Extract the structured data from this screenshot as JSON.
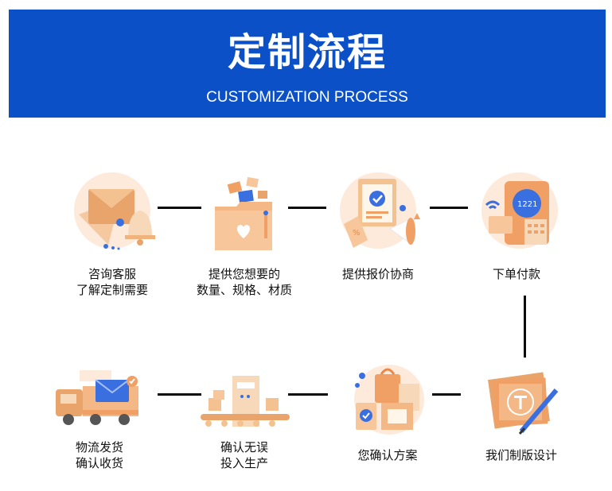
{
  "banner": {
    "title": "定制流程",
    "subtitle": "CUSTOMIZATION PROCESS"
  },
  "colors": {
    "banner_bg": "#0b50c6",
    "icon_orange": "#f0a064",
    "icon_blue": "#3a6fe0",
    "connector": "#0a0a0a"
  },
  "steps": [
    {
      "icon": "consultation-envelope-bell-icon",
      "lines": [
        "咨询客服",
        "了解定制需要"
      ]
    },
    {
      "icon": "folder-icon",
      "lines": [
        "提供您想要的",
        "数量、规格、材质"
      ]
    },
    {
      "icon": "quotation-clipboard-icon",
      "lines": [
        "提供报价协商"
      ]
    },
    {
      "icon": "payment-pos-icon",
      "lines": [
        "下单付款"
      ]
    },
    {
      "icon": "design-pen-icon",
      "lines": [
        "我们制版设计"
      ]
    },
    {
      "icon": "confirm-package-icon",
      "lines": [
        "您确认方案"
      ]
    },
    {
      "icon": "production-conveyor-icon",
      "lines": [
        "确认无误",
        "投入生产"
      ]
    },
    {
      "icon": "logistics-truck-icon",
      "lines": [
        "物流发货",
        "确认收货"
      ]
    }
  ]
}
